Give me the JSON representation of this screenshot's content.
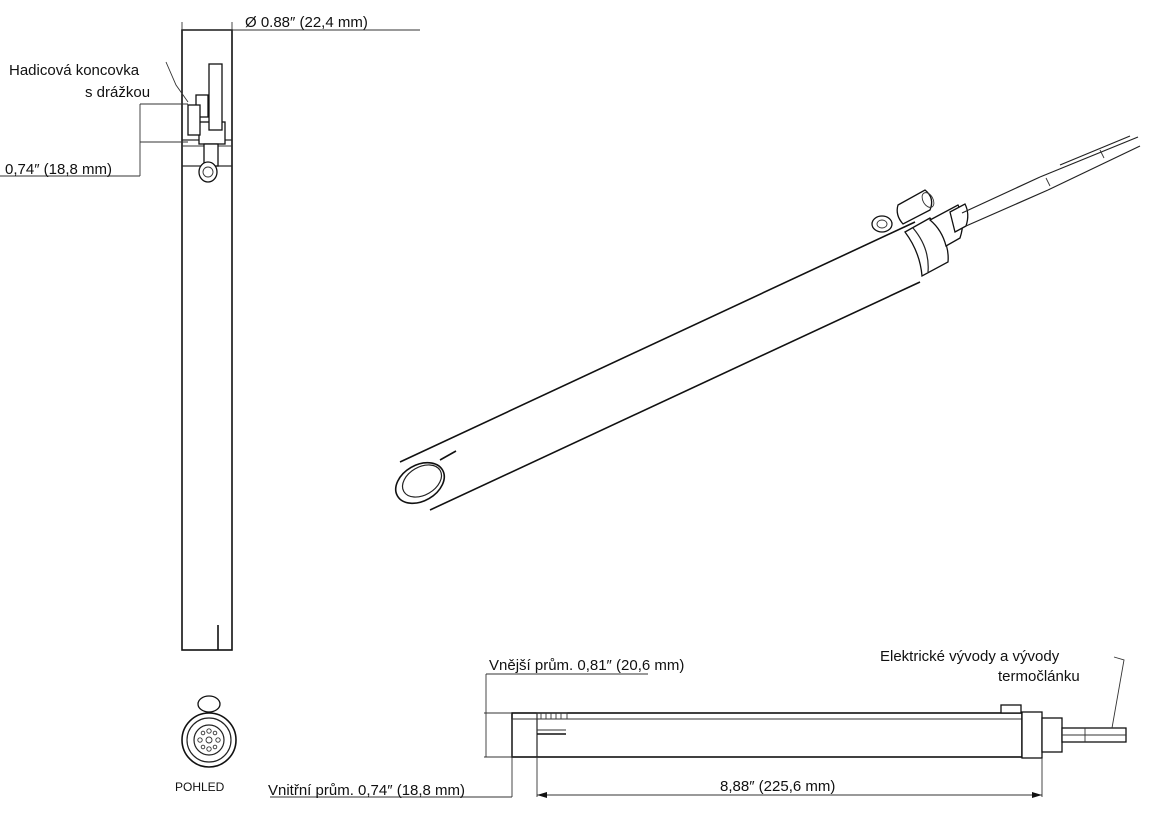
{
  "colors": {
    "line": "#222222",
    "background": "#ffffff"
  },
  "labels": {
    "outer_dia_top": "Ø 0.88″ (22,4 mm)",
    "hose_fitting": "Hadicová koncovka",
    "hose_fitting_2": "s drážkou",
    "inner_dia_top": "0,74″ (18,8 mm)",
    "view": "POHLED",
    "outer_dia_bottom": "Vnější prům. 0,81″ (20,6 mm)",
    "inner_dia_bottom": "Vnitřní prům. 0,74″ (18,8 mm)",
    "length": "8,88″ (225,6 mm)",
    "leads": "Elektrické vývody a vývody",
    "leads_2": "termočlánku"
  }
}
